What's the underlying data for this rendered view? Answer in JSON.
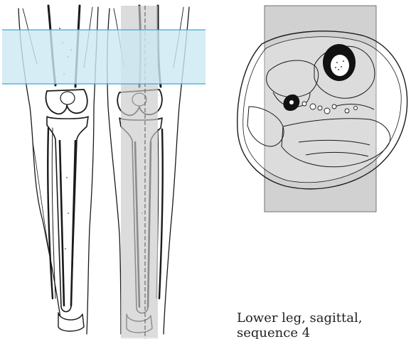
{
  "caption": {
    "line1": "Lower leg, sagittal,",
    "line2": "sequence 4"
  },
  "colors": {
    "slab_fill": "#cde8f4",
    "slab_line": "#3aa9d6",
    "plane_fill": "#d1d1d1",
    "ink": "#1a1a1a",
    "bone_fill": "#ffffff"
  },
  "icons": [
    "anterior-legs-illustration",
    "axial-cross-section-illustration"
  ]
}
